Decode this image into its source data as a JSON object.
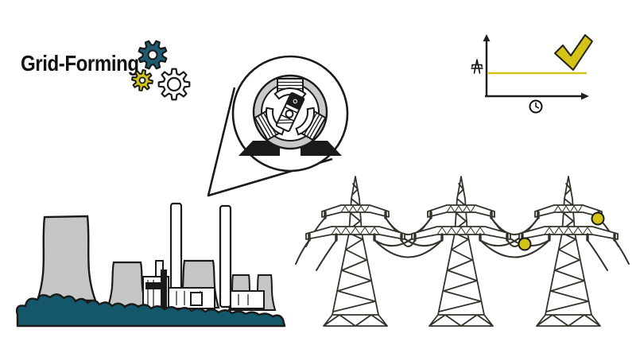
{
  "header": {
    "title": "Grid-Forming"
  },
  "colors": {
    "teal": "#1e5b71",
    "bush_teal": "#14566a",
    "yellow": "#d2c316",
    "gray": "#c6c6c6",
    "ink": "#1a1a1a",
    "pylon": "#33332b",
    "white": "#ffffff"
  },
  "icons": [
    "gear-icon",
    "zoom-callout-icon",
    "generator-icon",
    "rotor-icon",
    "transmission-tower-icon",
    "clock-icon",
    "checkmark-icon",
    "cooling-tower-icon",
    "chimney-icon",
    "power-plant-icon",
    "power-line-icon",
    "power-line-marker-icon"
  ],
  "chart": {
    "type": "line",
    "y_axis_icon": "transmission-tower-icon",
    "x_axis_icon": "clock-icon",
    "series": [
      {
        "name": "grid-quantity-over-time",
        "shape": "flat-horizontal-line",
        "color": "#d2c316"
      }
    ],
    "annotation": "yellow-checkmark"
  },
  "power_line_markers": [
    {
      "x": 752,
      "y": 275
    },
    {
      "x": 660,
      "y": 307
    }
  ]
}
